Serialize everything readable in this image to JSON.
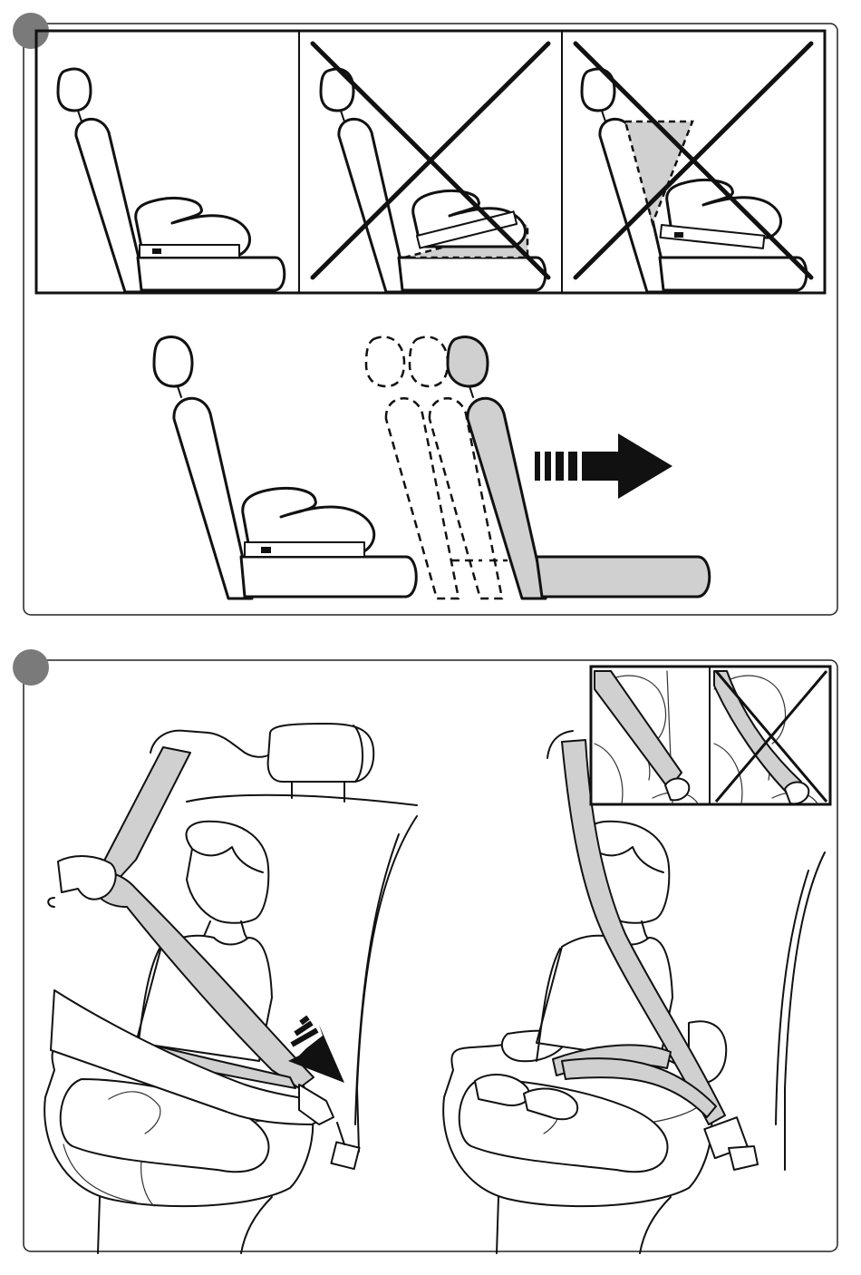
{
  "colors": {
    "shade": "#d0d0d0",
    "step_marker": "#7a7a7a",
    "line": "#111111",
    "background": "#ffffff"
  },
  "steps": [
    {
      "marker": "",
      "checks": [
        "correct-position",
        "incorrect-gap-under-booster",
        "incorrect-gap-behind-backrest"
      ],
      "action": "slide-vehicle-seat-back"
    },
    {
      "marker": "",
      "checks": [
        "correct-shoulder-belt-routing",
        "incorrect-shoulder-belt-routing"
      ],
      "action": "buckle-belt-down"
    }
  ],
  "icons": [
    "arrow-right-icon",
    "arrow-down-right-icon",
    "cross-mark-icon",
    "buckle-icon"
  ]
}
